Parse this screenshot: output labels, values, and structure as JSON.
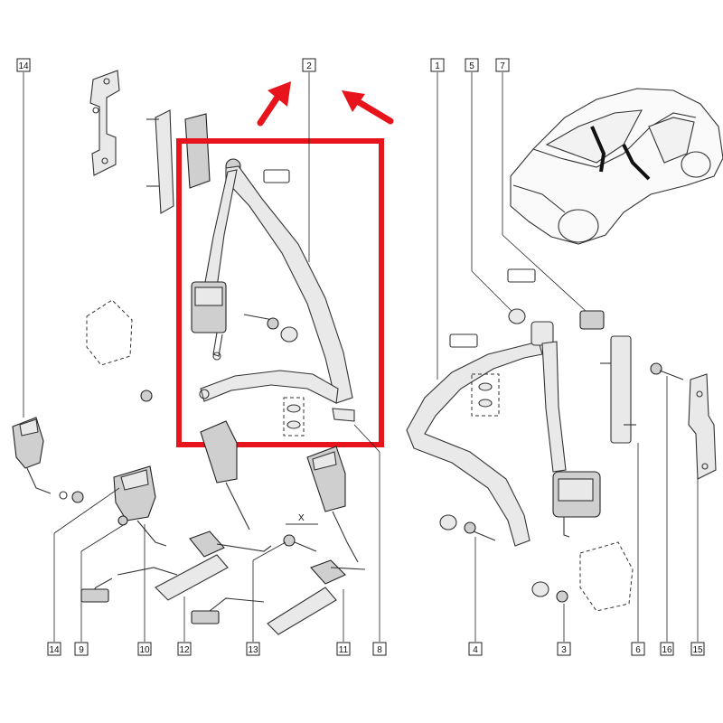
{
  "callouts": [
    {
      "id": "14",
      "label": "14"
    },
    {
      "id": "2",
      "label": "2"
    },
    {
      "id": "1",
      "label": "1"
    },
    {
      "id": "5",
      "label": "5"
    },
    {
      "id": "7",
      "label": "7"
    },
    {
      "id": "14b",
      "label": "14"
    },
    {
      "id": "9",
      "label": "9"
    },
    {
      "id": "10",
      "label": "10"
    },
    {
      "id": "12",
      "label": "12"
    },
    {
      "id": "13",
      "label": "13"
    },
    {
      "id": "11",
      "label": "11"
    },
    {
      "id": "8",
      "label": "8"
    },
    {
      "id": "4",
      "label": "4"
    },
    {
      "id": "3",
      "label": "3"
    },
    {
      "id": "6",
      "label": "6"
    },
    {
      "id": "16",
      "label": "16"
    },
    {
      "id": "15",
      "label": "15"
    }
  ],
  "dimension_label": "X",
  "colors": {
    "highlight": "#e8141c",
    "line": "#333333",
    "part_fill": "#e9e9e9"
  },
  "highlight": {
    "target_callout": "2",
    "arrow_count": 2
  }
}
